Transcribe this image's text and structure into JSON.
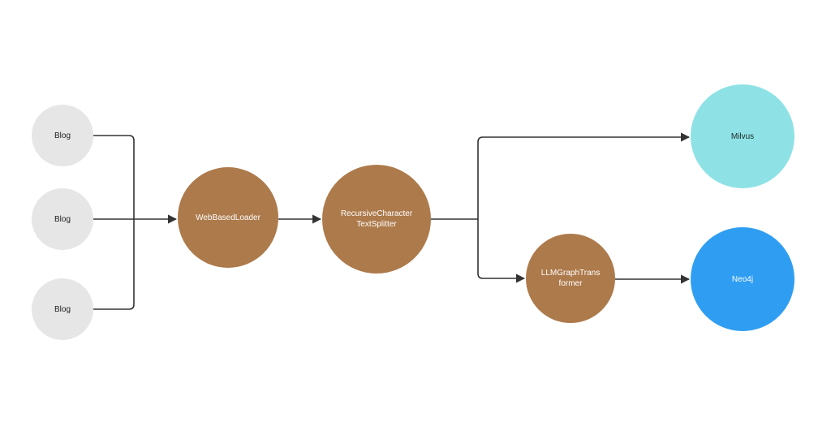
{
  "nodes": {
    "blog_1": "Blog",
    "blog_2": "Blog",
    "blog_3": "Blog",
    "loader": "WebBasedLoader",
    "splitter": {
      "line1": "RecursiveCharacter",
      "line2": "TextSplitter"
    },
    "graph_transformer": {
      "line1": "LLMGraphTrans",
      "line2": "former"
    },
    "milvus": "Milvus",
    "neo4j": "Neo4j"
  },
  "colors": {
    "blog_fill": "#e6e6e6",
    "process_fill": "#ad7a4b",
    "milvus_fill": "#8ee2e5",
    "neo4j_fill": "#2f9ef2",
    "edge": "#333333"
  },
  "edges": [
    {
      "from": "blog_1",
      "to": "loader"
    },
    {
      "from": "blog_2",
      "to": "loader"
    },
    {
      "from": "blog_3",
      "to": "loader"
    },
    {
      "from": "loader",
      "to": "splitter"
    },
    {
      "from": "splitter",
      "to": "milvus"
    },
    {
      "from": "splitter",
      "to": "graph_transformer"
    },
    {
      "from": "graph_transformer",
      "to": "neo4j"
    }
  ]
}
